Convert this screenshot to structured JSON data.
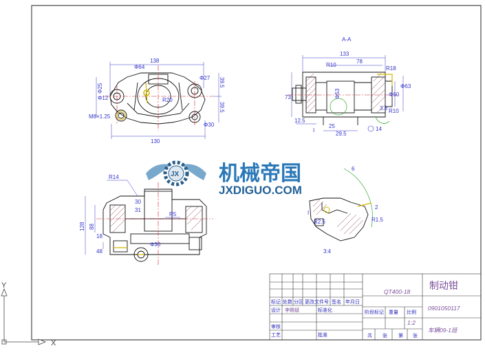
{
  "section_label": "A-A",
  "views": {
    "front": {
      "dims": [
        "138",
        "Φ64",
        "Φ27",
        "Φ25",
        "Φ12",
        "M8×1.25",
        "Φ30",
        "130",
        "39.5",
        "39.5",
        "R20"
      ]
    },
    "section": {
      "dims": [
        "133",
        "78",
        "R10",
        "R18",
        "73",
        "Φ53",
        "Φ60",
        "Φ63",
        "12.5",
        "3.8",
        "R10",
        "25",
        "29.5",
        "I",
        "14"
      ]
    },
    "bottom": {
      "dims": [
        "R14",
        "128",
        "88",
        "31",
        "R5",
        "Φ30",
        "18",
        "48",
        "30"
      ]
    },
    "detail": {
      "dims": [
        "I",
        "3:4",
        "6",
        "R2.5",
        "R1.5",
        "2"
      ]
    }
  },
  "watermark": {
    "cn": "机械帝国",
    "en": "JXDIGUO.COM",
    "badge": "JX"
  },
  "title_block": {
    "part_name": "制动钳",
    "model": "QT400-18",
    "drawing_no": "0901050117",
    "scale": "1:2",
    "sheet_info": "车辆09-1班",
    "row_labels": [
      "标记",
      "处数",
      "分区",
      "更改文件号",
      "签名",
      "年月日"
    ],
    "designer_label": "设计",
    "designer": "李赐斌",
    "standardized_label": "标准化",
    "review_label": "审核",
    "process_label": "工艺",
    "approve_label": "批准",
    "stage_labels": [
      "阶段标记",
      "重量",
      "比例"
    ],
    "sheet_labels": [
      "共",
      "张",
      "第",
      "张"
    ]
  },
  "axes": {
    "x": "X",
    "y": "Y"
  }
}
